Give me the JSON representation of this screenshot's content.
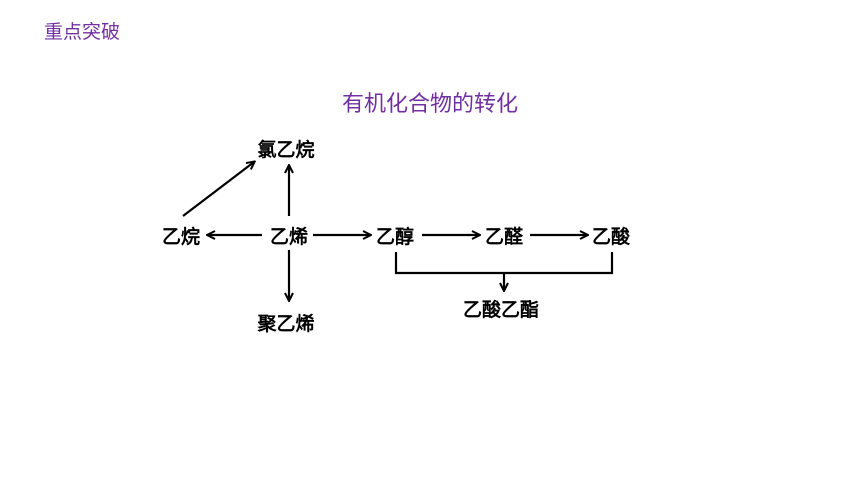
{
  "header": {
    "section_tag": "重点突破"
  },
  "diagram": {
    "title": "有机化合物的转化",
    "nodes": {
      "ethane": "乙烷",
      "ethylene": "乙烯",
      "chloroethane": "氯乙烷",
      "polyethylene": "聚乙烯",
      "ethanol": "乙醇",
      "acetaldehyde": "乙醛",
      "acetic_acid": "乙酸",
      "ethyl_acetate": "乙酸乙酯"
    },
    "edges": [
      {
        "from": "ethylene",
        "to": "ethane"
      },
      {
        "from": "ethane",
        "to": "chloroethane"
      },
      {
        "from": "ethylene",
        "to": "chloroethane"
      },
      {
        "from": "ethylene",
        "to": "polyethylene"
      },
      {
        "from": "ethylene",
        "to": "ethanol"
      },
      {
        "from": "ethanol",
        "to": "acetaldehyde"
      },
      {
        "from": "acetaldehyde",
        "to": "acetic_acid"
      },
      {
        "from": [
          "ethanol",
          "acetic_acid"
        ],
        "to": "ethyl_acetate"
      }
    ]
  }
}
